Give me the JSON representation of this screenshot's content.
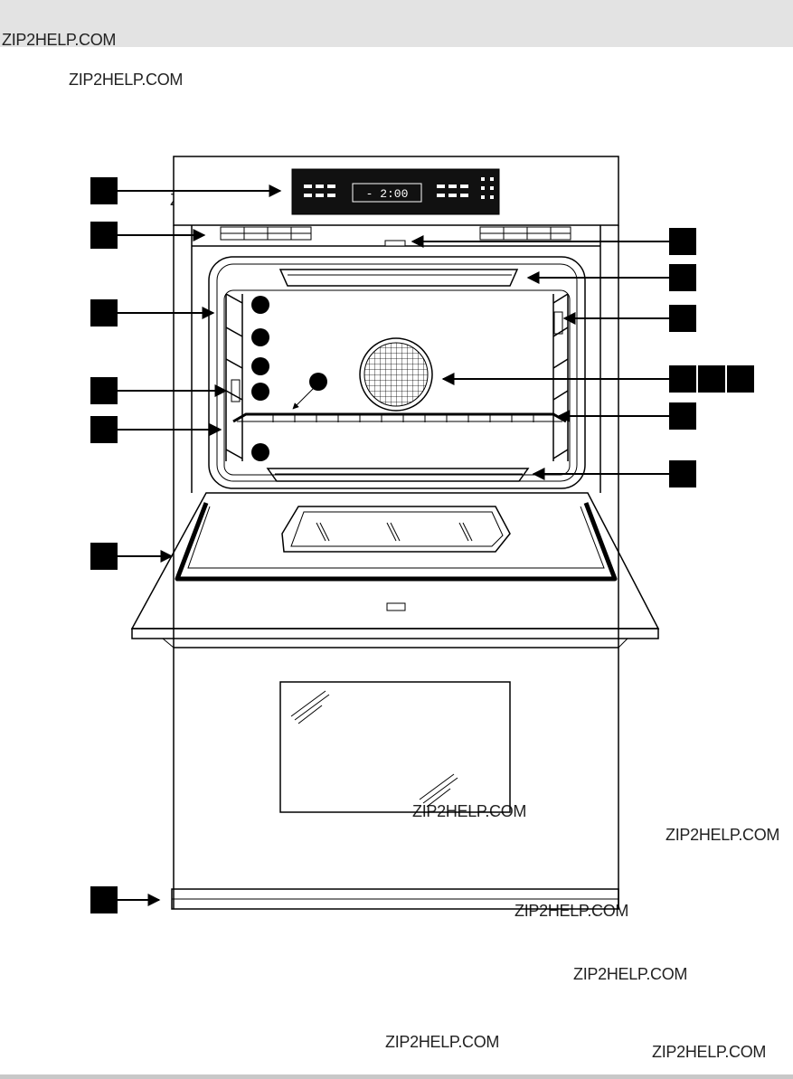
{
  "watermark": "ZIP2HELP.COM",
  "display": {
    "readout": "- 2:00"
  },
  "colors": {
    "line": "#000000",
    "callout_box": "#000000",
    "band": "#e3e3e3"
  },
  "callouts": {
    "left_count": 7,
    "right_count": 8,
    "rack_position_dots": 5
  }
}
